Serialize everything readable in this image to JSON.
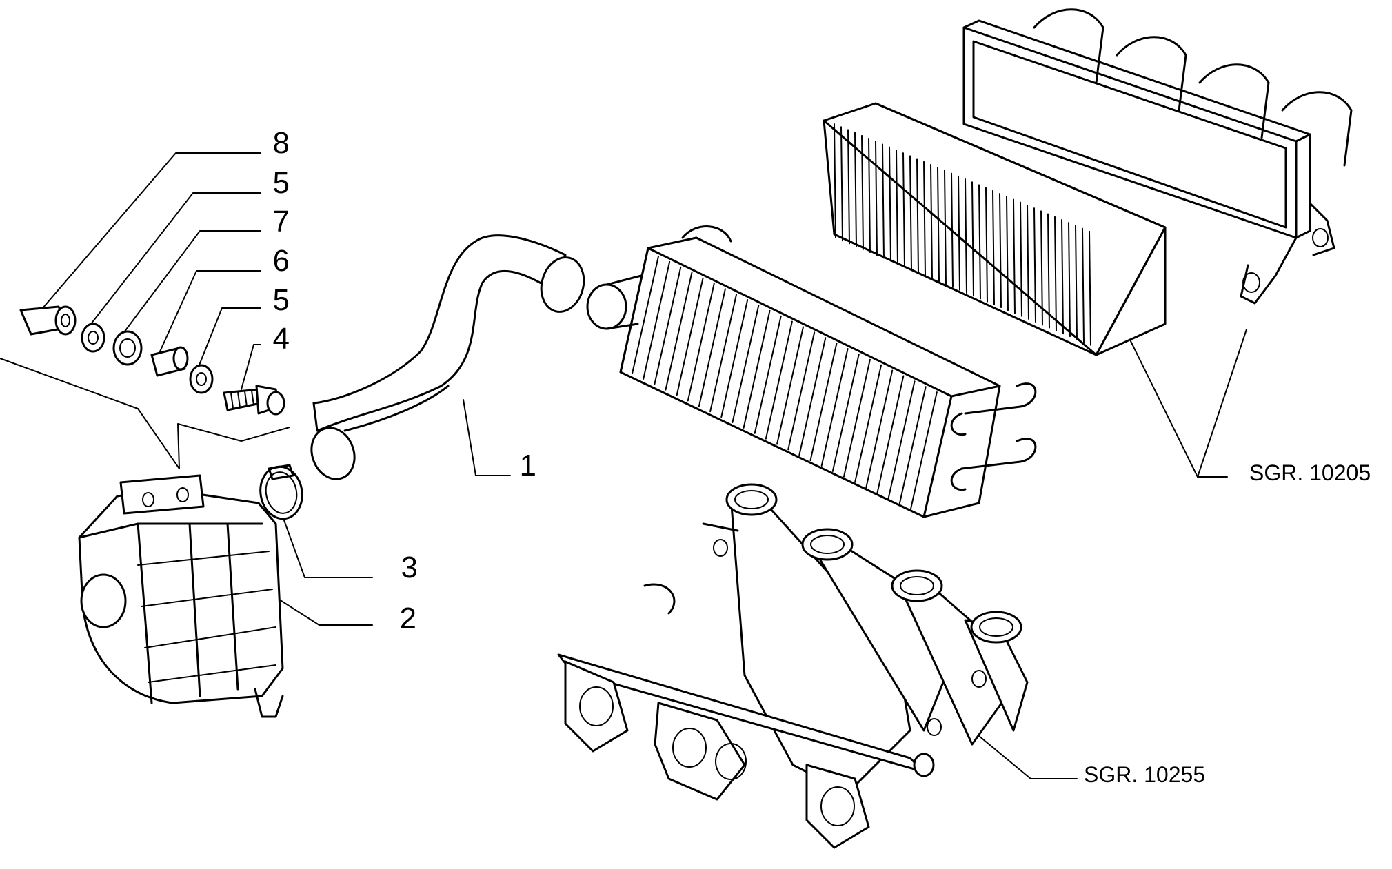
{
  "callouts": [
    {
      "id": "c8",
      "label": "8"
    },
    {
      "id": "c5a",
      "label": "5"
    },
    {
      "id": "c7",
      "label": "7"
    },
    {
      "id": "c6",
      "label": "6"
    },
    {
      "id": "c5b",
      "label": "5"
    },
    {
      "id": "c4",
      "label": "4"
    },
    {
      "id": "c1",
      "label": "1"
    },
    {
      "id": "c3",
      "label": "3"
    },
    {
      "id": "c2",
      "label": "2"
    }
  ],
  "references": [
    {
      "id": "r10205",
      "label": "SGR. 10205"
    },
    {
      "id": "r10255",
      "label": "SGR. 10255"
    }
  ]
}
